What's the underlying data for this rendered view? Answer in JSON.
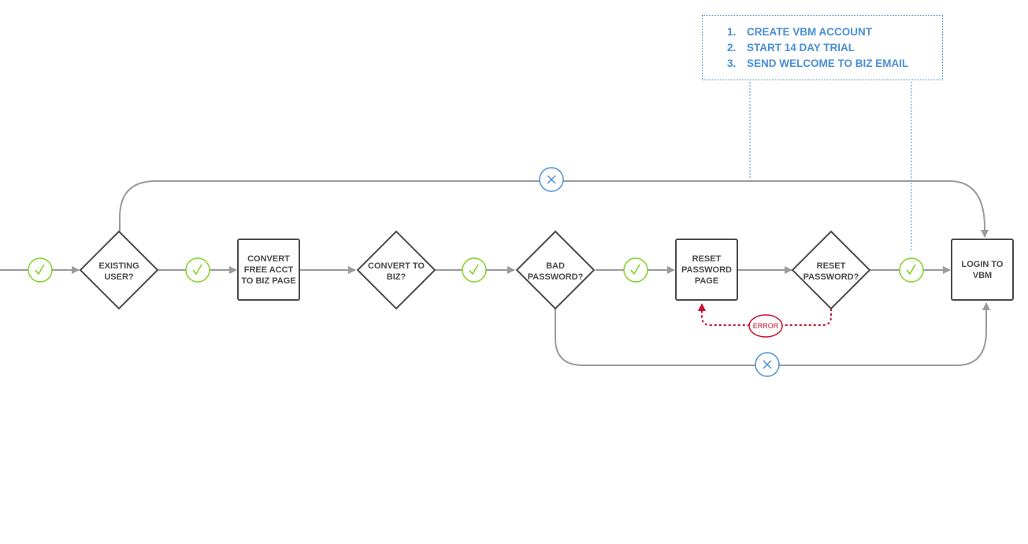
{
  "note": {
    "items": [
      {
        "number": "1.",
        "text": "CREATE VBM ACCOUNT"
      },
      {
        "number": "2.",
        "text": "START 14 DAY TRIAL"
      },
      {
        "number": "3.",
        "text": "SEND WELCOME TO BIZ EMAIL"
      }
    ]
  },
  "nodes": {
    "existing_user": {
      "line1": "EXISTING",
      "line2": "USER?"
    },
    "convert_free_acct": {
      "line1": "CONVERT",
      "line2": "FREE ACCT",
      "line3": "TO BIZ PAGE"
    },
    "convert_to_biz": {
      "line1": "CONVERT TO",
      "line2": "BIZ?"
    },
    "bad_password": {
      "line1": "BAD",
      "line2": "PASSWORD?"
    },
    "reset_password_page": {
      "line1": "RESET",
      "line2": "PASSWORD",
      "line3": "PAGE"
    },
    "reset_password": {
      "line1": "RESET",
      "line2": "PASSWORD?"
    },
    "login_to_vbm": {
      "line1": "LOGIN TO",
      "line2": "VBM"
    }
  },
  "error_label": "ERROR",
  "colors": {
    "line": "#9b9b9b",
    "shape_stroke": "#4a4a4a",
    "yes": "#7ed321",
    "no": "#4a8fd4",
    "error": "#c8102e",
    "note": "#4a8fd4"
  },
  "icons": {
    "yes": "checkmark-icon",
    "no": "x-icon"
  }
}
